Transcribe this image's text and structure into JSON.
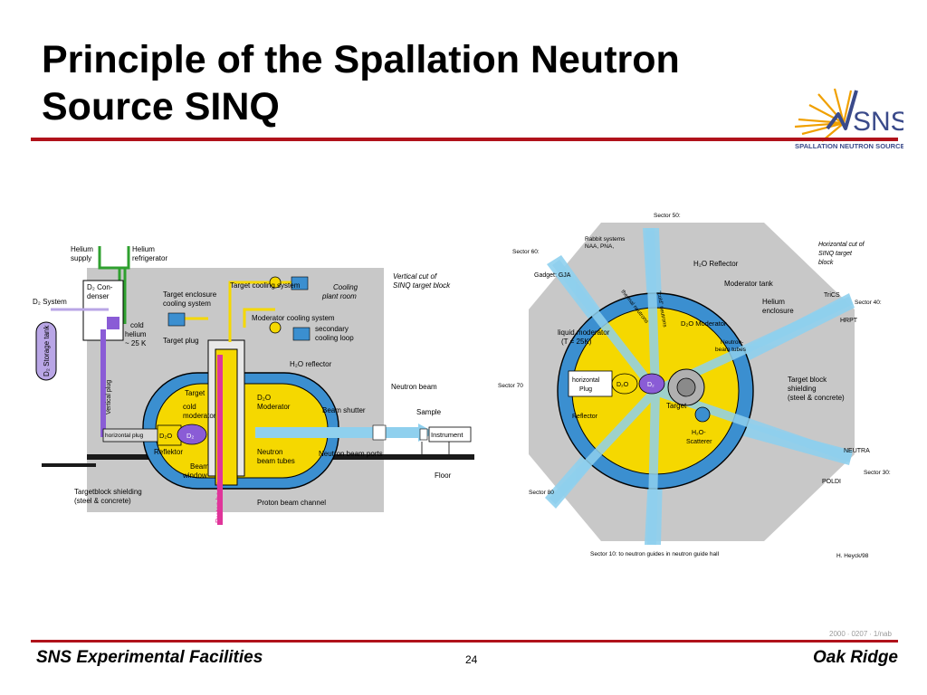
{
  "slide": {
    "title_line1": "Principle of the Spallation Neutron",
    "title_line2": "Source SINQ",
    "footer_left": "SNS Experimental Facilities",
    "footer_right": "Oak Ridge",
    "page_number": "24",
    "ghost_text": "2000 ∙ 0207 ∙ 1/nab"
  },
  "logo": {
    "word": "SNS",
    "tagline": "SPALLATION NEUTRON SOURCE",
    "colors": {
      "burst": "#f0a000",
      "text": "#3a4a8a"
    }
  },
  "left_diagram": {
    "helium_supply": [
      "Helium",
      "supply"
    ],
    "helium_refrigerator": [
      "Helium",
      "refrigerator"
    ],
    "d2_system": "D₂ System",
    "d2_condenser": [
      "D₂ Con-",
      "denser"
    ],
    "cold_helium": [
      "cold",
      "helium",
      "~ 25 K"
    ],
    "d2_storage_tank": "D₂ Storage tank",
    "vertical_plug": "Vertical plug",
    "target_cooling_system": "Target cooling system",
    "cooling_plant_room": [
      "Cooling",
      "plant room"
    ],
    "vertical_cut": [
      "Vertical cut of",
      "SINQ target block"
    ],
    "target_enclosure_cooling": [
      "Target enclosure",
      "cooling system"
    ],
    "moderator_cooling_system": "Moderator cooling system",
    "secondary_cooling_loop": [
      "secondary",
      "cooling loop"
    ],
    "target_plug": "Target plug",
    "h2o_reflector": "H₂O reflector",
    "target": "Target",
    "cold_moderator": [
      "cold",
      "moderator"
    ],
    "d2o_moderator": [
      "D₂O",
      "Moderator"
    ],
    "neutron_beam": "Neutron beam",
    "beam_shutter": "Beam shutter",
    "sample": "Sample",
    "instrument": "Instrument",
    "horizontal_plug": "horizontal plug",
    "d2o": "D₂O",
    "d2": "D₂",
    "reflektor": "Reflektor",
    "beam_window": [
      "Beam",
      "window"
    ],
    "neutron_beam_tubes": [
      "Neutron",
      "beam tubes"
    ],
    "neutron_beam_ports": "Neutron beam ports",
    "floor": "Floor",
    "target_block_shielding": [
      "Targetblock shielding",
      "(steel & concrete)"
    ],
    "proton_beam": "Proton beam",
    "proton_beam_channel": "Proton beam channel"
  },
  "right_diagram": {
    "sector_50": "Sector 50:",
    "rabbit_systems": [
      "Rabbit systems",
      "NAA, PNA,"
    ],
    "sector_60": "Sector 60:",
    "gadget": "Gadget: GJA",
    "h2o_reflector": "H₂O Reflector",
    "horizontal_cut": [
      "Horizontal cut of",
      "SINQ target",
      "block"
    ],
    "moderator_tank": "Moderator tank",
    "tricS": "TriCS",
    "sector_40": "Sector 40:",
    "helium_enclosure": [
      "Helium",
      "enclosure"
    ],
    "hrpt": "HRPT",
    "liquid_moderator": [
      "liquid moderator",
      "(T = 25K)"
    ],
    "d2o_moderator": "D₂O Moderator",
    "neutron_beam_tubes": [
      "Neutron-",
      "beam tubes"
    ],
    "sector_70": "Sector 70",
    "horizontal_plug": [
      "horizontal",
      "Plug"
    ],
    "d2o": "D₂O",
    "d2": "D₂",
    "target": "Target",
    "target_block_shielding": [
      "Target block",
      "shielding",
      "(steel & concrete)"
    ],
    "reflector": "Reflector",
    "h2o_scatterer": [
      "H₂O-",
      "Scatterer"
    ],
    "neutra": "NEUTRA",
    "sector_30": "Sector 30:",
    "poldi": "POLDI",
    "sector_80": "Sector 80",
    "thermal_neutrons": "thermal neutrons",
    "cold_neutrons": "\"cold\" neutrons",
    "sector_10": "Sector 10: to neutron guides in neutron guide hall",
    "credit": "H. Heyck/98"
  },
  "colors": {
    "accent_red": "#b0121b",
    "moderator_yellow": "#f5d800",
    "reflector_blue": "#3b8fd0",
    "shielding_gray": "#c8c8c8",
    "d2_purple": "#8a5cd6",
    "proton_pink": "#e0359a",
    "helium_green": "#2fa02f",
    "beam_cyan": "#8fd0ee"
  }
}
